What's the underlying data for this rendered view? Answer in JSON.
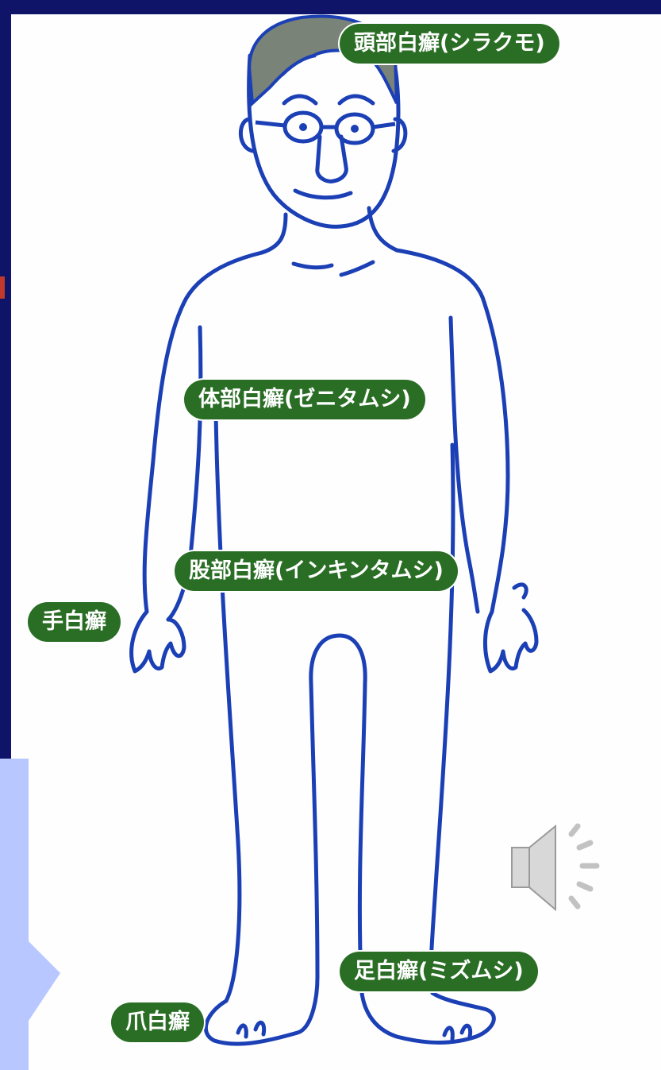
{
  "slide": {
    "colors": {
      "frame": "#101468",
      "chevron": "#b8c7ff",
      "label_bg": "#2a6e25",
      "outline": "#1b3fb5",
      "hair": "#7a8378"
    }
  },
  "labels": {
    "head": "頭部白癬(シラクモ)",
    "body": "体部白癬(ゼニタムシ)",
    "groin": "股部白癬(インキンタムシ)",
    "hand": "手白癬",
    "foot": "足白癬(ミズムシ)",
    "nail": "爪白癬"
  },
  "icons": {
    "audio": "speaker-icon"
  }
}
